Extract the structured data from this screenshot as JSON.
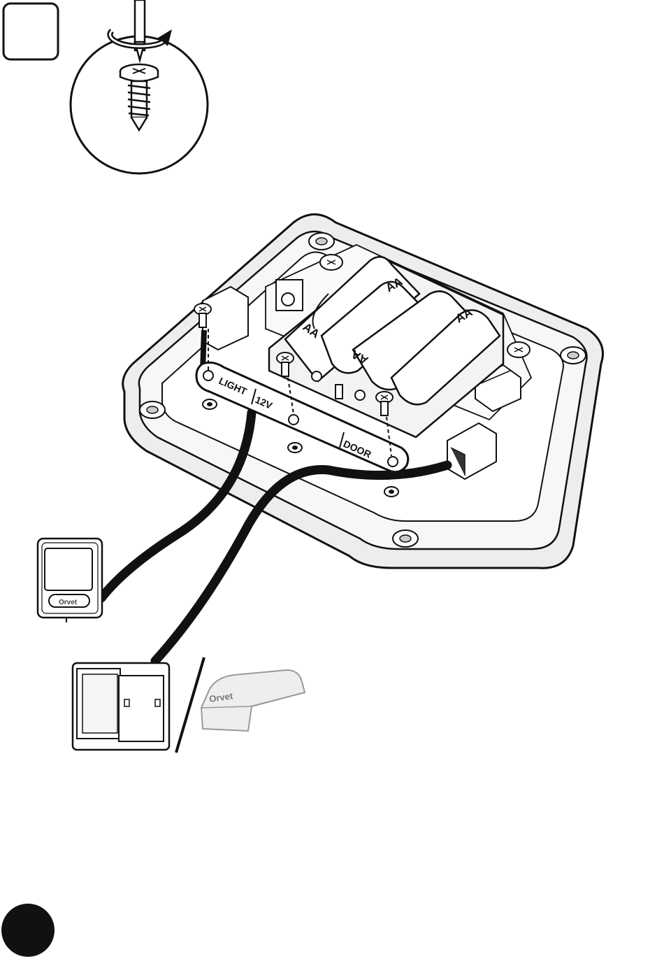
{
  "strip": {
    "light_label": "LIGHT",
    "volt_label": "12V",
    "door_label": "DOOR"
  },
  "batteries": [
    "AA",
    "AA",
    "AA",
    "AA"
  ],
  "brand_logo": "Orvet",
  "colors": {
    "ink": "#111111",
    "housing_shade": "#d9d9d9",
    "battery_fill": "#ffffff"
  }
}
